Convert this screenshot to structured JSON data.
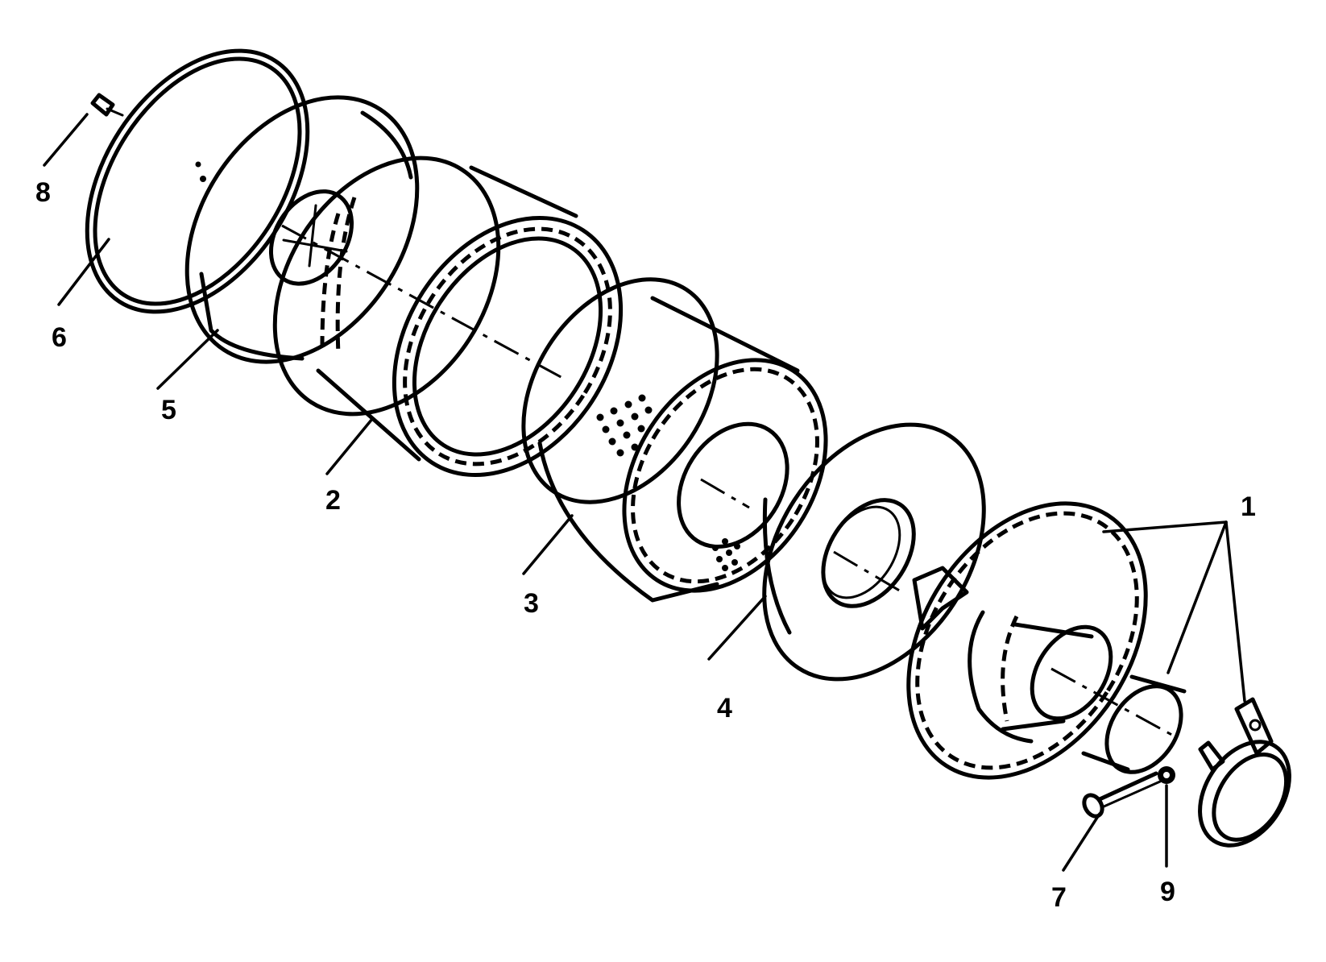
{
  "callouts": {
    "c1": "1",
    "c2": "2",
    "c3": "3",
    "c4": "4",
    "c5": "5",
    "c6": "6",
    "c7": "7",
    "c8": "8",
    "c9": "9"
  },
  "colors": {
    "ink": "#000000",
    "paper": "#ffffff"
  }
}
